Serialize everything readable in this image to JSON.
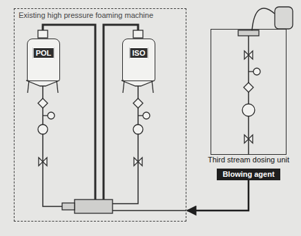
{
  "diagram": {
    "nodes": [
      {
        "text": [
          "Existing high pressure foaming machine"
        ]
      },
      {
        "text": [
          "POL"
        ],
        "in": 0
      },
      {
        "text": [
          "ISO"
        ],
        "in": 0
      },
      {
        "text": [
          "Third stream dosing unit"
        ]
      },
      {
        "text": [
          "Blowing agent"
        ]
      }
    ],
    "edges": [
      {
        "from": 4,
        "to": 0,
        "arrow": "to"
      }
    ]
  }
}
